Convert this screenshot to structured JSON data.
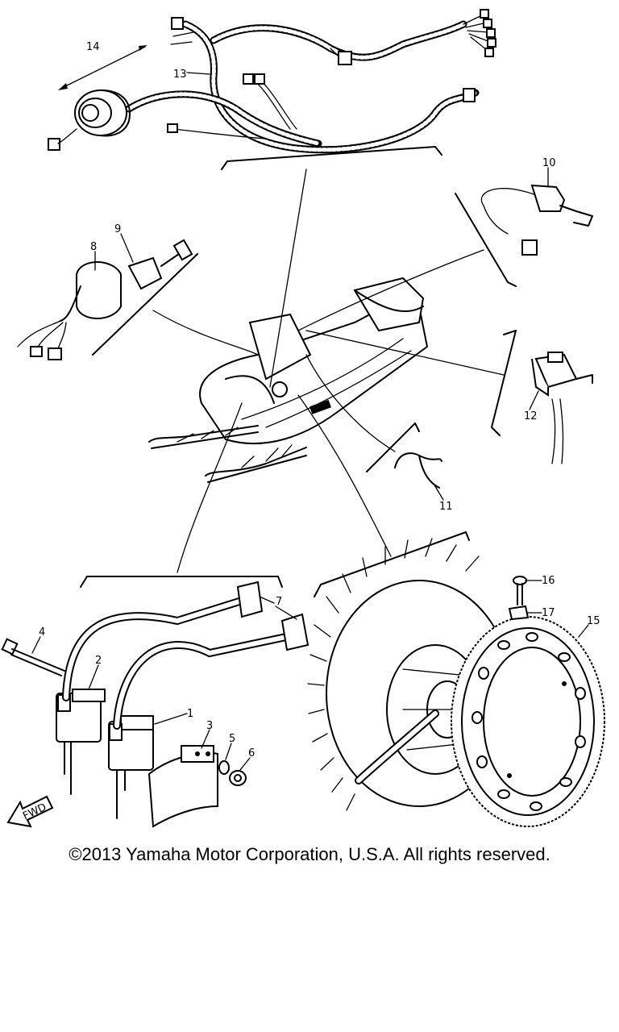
{
  "callouts": {
    "c1": "1",
    "c2": "2",
    "c3": "3",
    "c4": "4",
    "c5": "5",
    "c6": "6",
    "c7": "7",
    "c8": "8",
    "c9": "9",
    "c10": "10",
    "c11": "11",
    "c12": "12",
    "c13": "13",
    "c14": "14",
    "c15": "15",
    "c16": "16",
    "c17": "17"
  },
  "fwd_label": "FWD",
  "copyright": "©2013 Yamaha Motor Corporation, U.S.A. All rights reserved."
}
